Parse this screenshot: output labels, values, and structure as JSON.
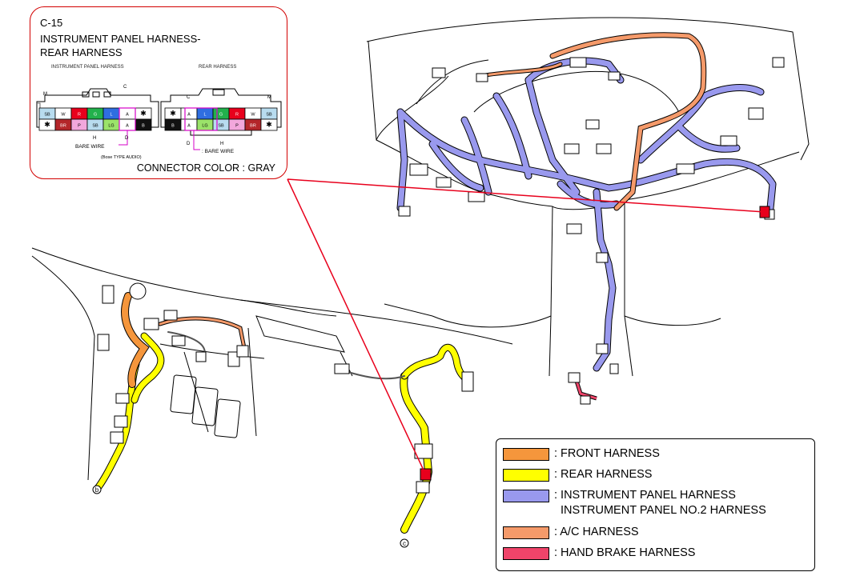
{
  "connector": {
    "code": "C-15",
    "title_line1": "INSTRUMENT PANEL HARNESS-",
    "title_line2": "REAR HARNESS",
    "caption_ip": "INSTRUMENT PANEL HARNESS",
    "caption_rear": "REAR HARNESS",
    "bare_wire_1": "BARE WIRE",
    "bare_wire_2": ": BARE WIRE",
    "bose_note": "(Bose TYPE AUDIO)",
    "connector_color": "CONNECTOR COLOR : GRAY",
    "ip_pin_top": [
      "SB",
      "W",
      "R",
      "G",
      "L",
      "A",
      "✱"
    ],
    "ip_pin_bottom": [
      "✱",
      "BR",
      "P",
      "SB",
      "LG",
      "A",
      "B"
    ],
    "rear_pin_top": [
      "✱",
      "A",
      "L",
      "G",
      "R",
      "W",
      "SB"
    ],
    "rear_pin_bottom": [
      "B",
      "A",
      "LG",
      "SB",
      "P",
      "BR",
      "✱"
    ],
    "letters": {
      "ip_m": "M",
      "ip_c": "C",
      "ip_h": "H",
      "ip_d": "D",
      "rear_c": "C",
      "rear_m": "M",
      "rear_d": "D",
      "rear_h": "H"
    }
  },
  "markers": {
    "b": "b",
    "c": "c"
  },
  "legend": [
    {
      "id": "front",
      "lines": [
        ": FRONT HARNESS"
      ],
      "color": "#f5963c"
    },
    {
      "id": "rear",
      "lines": [
        ": REAR HARNESS"
      ],
      "color": "#ffff00"
    },
    {
      "id": "instrument",
      "lines": [
        ": INSTRUMENT PANEL HARNESS",
        "INSTRUMENT PANEL NO.2 HARNESS"
      ],
      "color": "#9999ee"
    },
    {
      "id": "ac",
      "lines": [
        ": A/C HARNESS"
      ],
      "color": "#f59a6a"
    },
    {
      "id": "handbrake",
      "lines": [
        ": HAND BRAKE HARNESS"
      ],
      "color": "#f0446a"
    }
  ],
  "pin_colors": {
    "SB": "#b8dcef",
    "W": "#ffffff",
    "R": "#e8001c",
    "G": "#22b14c",
    "L": "#2f6ee0",
    "A": "#ffffff",
    "BR": "#b4262a",
    "P": "#f2a7dc",
    "LG": "#9be36a",
    "B": "#111111",
    "✱": "#ffffff"
  }
}
